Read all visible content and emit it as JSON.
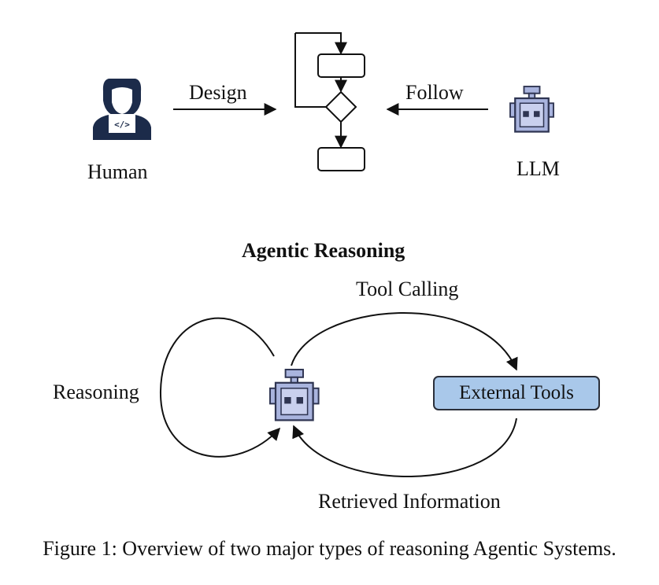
{
  "top": {
    "human_label": "Human",
    "llm_label": "LLM",
    "design_label": "Design",
    "follow_label": "Follow"
  },
  "bottom": {
    "title": "Agentic Reasoning",
    "tool_calling_label": "Tool Calling",
    "reasoning_label": "Reasoning",
    "external_tools_label": "External Tools",
    "retrieved_label": "Retrieved Information"
  },
  "caption": "Figure 1: Overview of two major types of reasoning Agentic Systems.",
  "colors": {
    "human_icon": "#1c2b4a",
    "robot_fill": "#a9b4de",
    "robot_stroke": "#2f3552",
    "tool_box": "#a9c8ea",
    "line": "#111111"
  },
  "icons": {
    "human": "human-coder-icon",
    "robot": "robot-icon"
  }
}
